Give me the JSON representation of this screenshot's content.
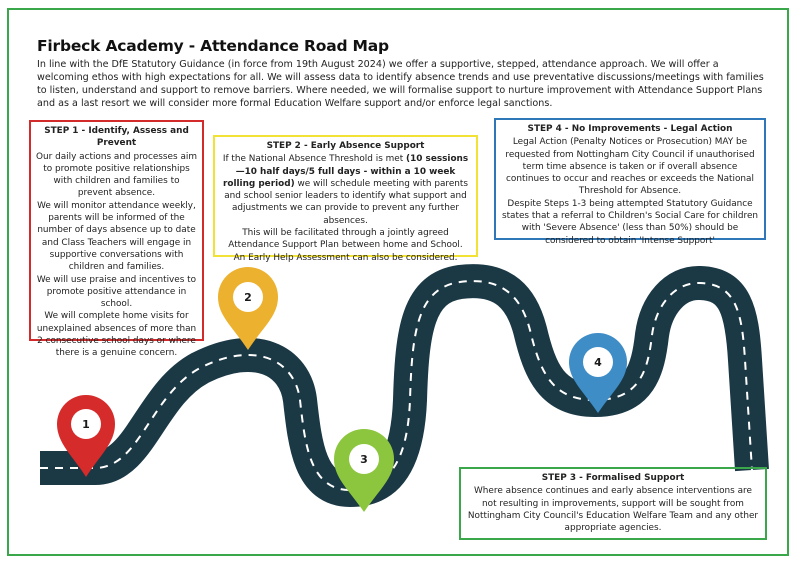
{
  "title": "Firbeck Academy - Attendance Road Map",
  "intro": "In line with the DfE Statutory Guidance (in force from 19th August 2024) we offer a supportive, stepped, attendance approach. We will offer a welcoming ethos with high expectations for all. We will assess data to identify absence trends and use preventative discussions/meetings with families to listen, understand and support to remove barriers. Where needed, we will formalise support to nurture improvement with Attendance Support Plans and as a last resort we will consider more formal Education Welfare support and/or enforce legal sanctions.",
  "step1": {
    "heading": "STEP 1 - Identify, Assess and Prevent",
    "p1": "Our daily actions and processes aim to promote positive relationships with children and families to prevent absence.",
    "p2": "We will monitor attendance weekly, parents will be informed of the number of days absence up to date and Class Teachers will engage in supportive conversations with children and families.",
    "p3": "We will use praise and incentives to promote positive attendance in school.",
    "p4": "We will complete home visits for unexplained absences of more than 2 consecutive school days or where there is a genuine concern."
  },
  "step2": {
    "heading": "STEP 2 - Early Absence Support",
    "p1_pre": "If the National Absence Threshold is met ",
    "p1_bold": "(10 sessions—10 half days/5 full days - within a 10 week rolling period)",
    "p1_post": " we will schedule meeting with parents and school senior leaders to identify what support and adjustments we can provide to prevent any further absences.",
    "p2": "This will be facilitated through a jointly agreed Attendance Support Plan between home and School.",
    "p3": "An Early Help Assessment can also be considered."
  },
  "step3": {
    "heading": "STEP 3 - Formalised Support",
    "p1": "Where absence continues and early absence interventions are not resulting in improvements, support will be sought from Nottingham City Council's Education Welfare Team and any other appropriate agencies."
  },
  "step4": {
    "heading": "STEP 4 - No Improvements - Legal Action",
    "p1": "Legal Action (Penalty Notices or Prosecution) MAY be requested from Nottingham City Council if unauthorised term time absence is taken or if overall absence continues to occur and reaches or exceeds the National Threshold for Absence.",
    "p2": "Despite Steps 1-3 being attempted Statutory Guidance states that a referral to Children's Social Care for children with 'Severe Absence' (less than 50%) should be considered to obtain 'Intense Support'"
  },
  "pins": [
    {
      "label": "1",
      "color": "#d62b2b"
    },
    {
      "label": "2",
      "color": "#ecb12e"
    },
    {
      "label": "3",
      "color": "#8cc63e"
    },
    {
      "label": "4",
      "color": "#3f8dc6"
    }
  ],
  "colors": {
    "road": "#1b3845",
    "frame": "#3aa84a",
    "step1": "#d32b2b",
    "step2": "#f2e236",
    "step3": "#3aa84a",
    "step4": "#2e77b8"
  }
}
